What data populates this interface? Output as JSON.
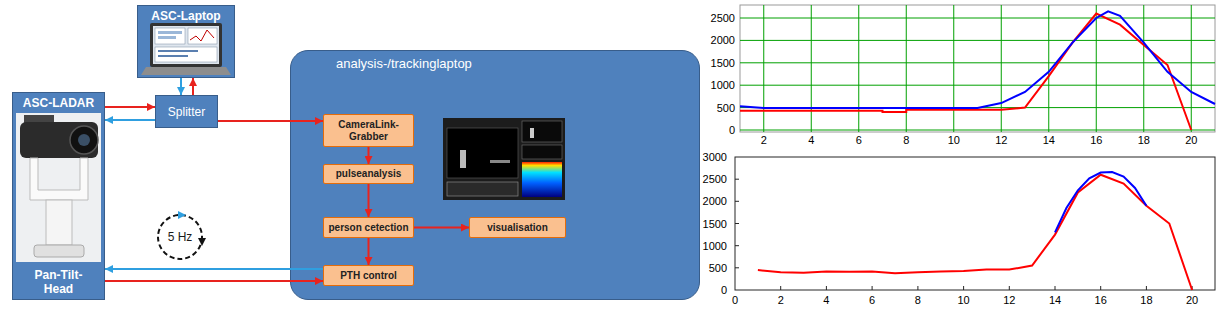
{
  "diagram": {
    "nodes": [
      {
        "text": [
          "ASC-Laptop"
        ]
      },
      {
        "text": [
          "ASC-LADAR",
          "Pan-Tilt-Head"
        ]
      },
      {
        "text": [
          "Splitter"
        ]
      },
      {
        "text": [
          "5 Hz"
        ]
      },
      {
        "text": [
          "analysis-/trackinglaptop"
        ]
      },
      {
        "text": [
          "CameraLink-Grabber"
        ],
        "in": 4
      },
      {
        "text": [
          "pulseanalysis"
        ],
        "in": 4
      },
      {
        "text": [
          "person cetection"
        ],
        "in": 4
      },
      {
        "text": [
          "visualisation"
        ],
        "in": 4
      },
      {
        "text": [
          "PTH control"
        ],
        "in": 4
      }
    ],
    "edges": [
      {
        "from": 2,
        "to": 1,
        "arrow": "to"
      },
      {
        "from": 1,
        "to": 2,
        "arrow": "to"
      },
      {
        "from": 0,
        "to": 2,
        "arrow": "to"
      },
      {
        "from": 2,
        "to": 0,
        "arrow": "to"
      },
      {
        "from": 2,
        "to": 5,
        "arrow": "to"
      },
      {
        "from": 5,
        "to": 6,
        "arrow": "to"
      },
      {
        "from": 6,
        "to": 7,
        "arrow": "to"
      },
      {
        "from": 7,
        "to": 8,
        "arrow": "to"
      },
      {
        "from": 7,
        "to": 9,
        "arrow": "to"
      },
      {
        "from": 9,
        "to": 1,
        "arrow": "to"
      },
      {
        "from": 1,
        "to": 9,
        "arrow": "to"
      }
    ],
    "labels": [
      "2500",
      "2000",
      "1500",
      "1000",
      "500",
      "0",
      "2",
      "4",
      "6",
      "8",
      "10",
      "12",
      "14",
      "16",
      "18",
      "20",
      "3000",
      "2500",
      "2000",
      "1500",
      "1000",
      "500",
      "0",
      "0",
      "2",
      "4",
      "6",
      "8",
      "10",
      "12",
      "14",
      "16",
      "18",
      "20"
    ]
  }
}
